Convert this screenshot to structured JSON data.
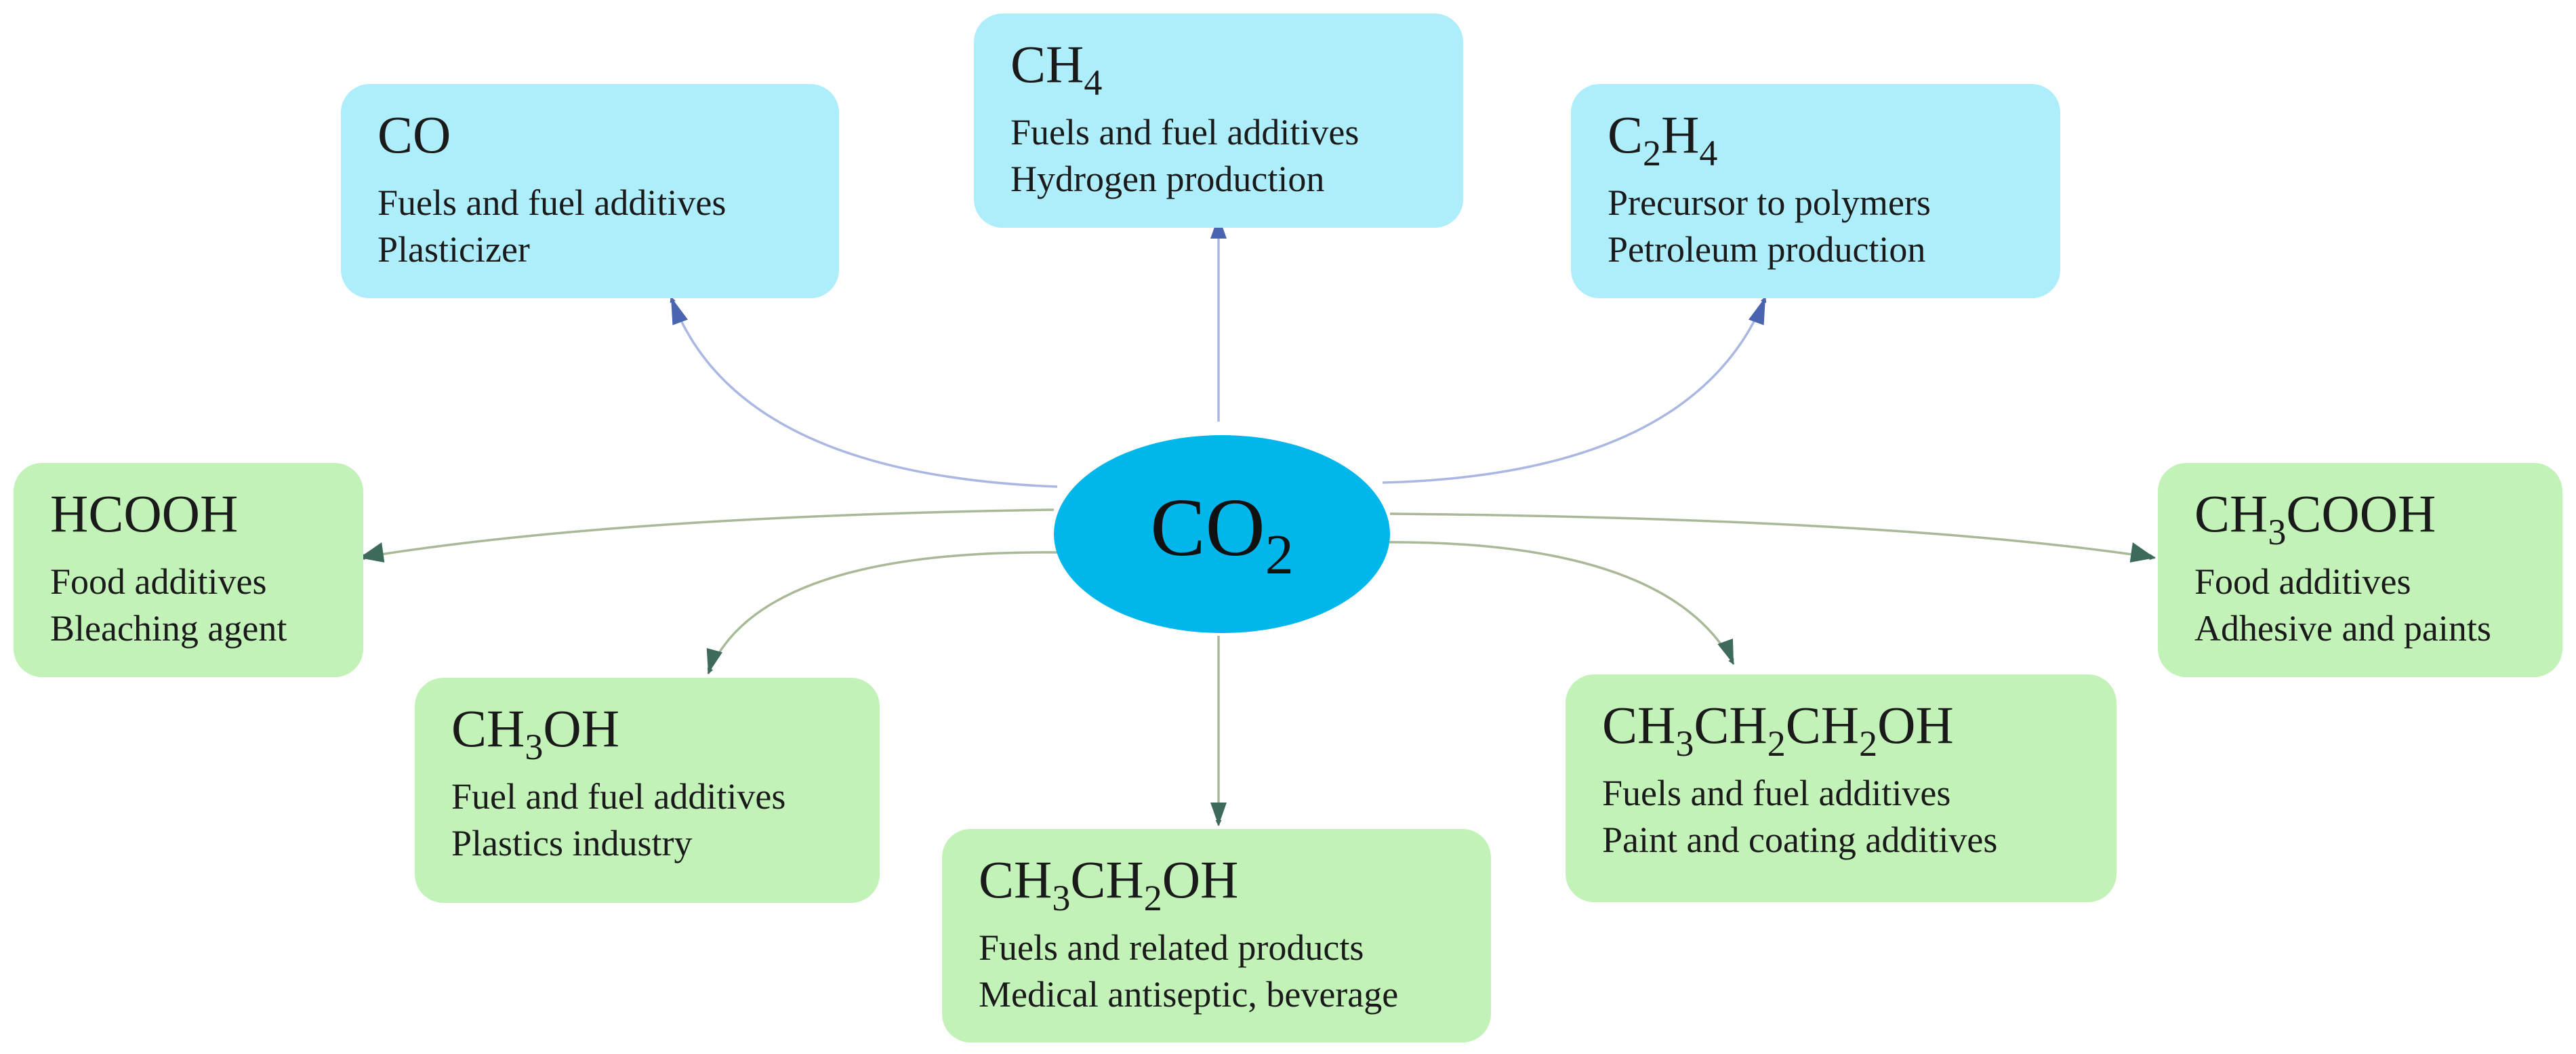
{
  "center": {
    "main": "CO",
    "sub": "2"
  },
  "products": [
    {
      "id": "co",
      "formula": [
        [
          "CO",
          ""
        ]
      ],
      "uses": [
        "Fuels and fuel additives",
        "Plasticizer"
      ]
    },
    {
      "id": "ch4",
      "formula": [
        [
          "CH",
          "4"
        ]
      ],
      "uses": [
        "Fuels and fuel additives",
        "Hydrogen production"
      ]
    },
    {
      "id": "c2h4",
      "formula": [
        [
          "C",
          "2"
        ],
        [
          "H",
          "4"
        ]
      ],
      "uses": [
        "Precursor to polymers",
        "Petroleum production"
      ]
    },
    {
      "id": "hcooh",
      "formula": [
        [
          "HCOOH",
          ""
        ]
      ],
      "uses": [
        "Food additives",
        "Bleaching agent"
      ]
    },
    {
      "id": "ch3cooh",
      "formula": [
        [
          "CH",
          "3"
        ],
        [
          "COOH",
          ""
        ]
      ],
      "uses": [
        "Food additives",
        "Adhesive and paints"
      ]
    },
    {
      "id": "ch3oh",
      "formula": [
        [
          "CH",
          "3"
        ],
        [
          "OH",
          ""
        ]
      ],
      "uses": [
        "Fuel and fuel additives",
        "Plastics industry"
      ]
    },
    {
      "id": "ch3ch2oh",
      "formula": [
        [
          "CH",
          "3"
        ],
        [
          "CH",
          "2"
        ],
        [
          "OH",
          ""
        ]
      ],
      "uses": [
        "Fuels and related products",
        "Medical antiseptic, beverage"
      ]
    },
    {
      "id": "ch3ch2ch2oh",
      "formula": [
        [
          "CH",
          "3"
        ],
        [
          "CH",
          "2"
        ],
        [
          "CH",
          "2"
        ],
        [
          "OH",
          ""
        ]
      ],
      "uses": [
        "Fuels and fuel additives",
        "Paint and coating additives"
      ]
    }
  ],
  "colors": {
    "center": "#00b6ea",
    "blue_box": "#aeeefb",
    "green_box": "#c2f2b7",
    "blue_arrow": "#4a64b0",
    "green_arrow": "#3e6a5c",
    "blue_line": "#a9b7e2",
    "green_line": "#a9b998"
  }
}
